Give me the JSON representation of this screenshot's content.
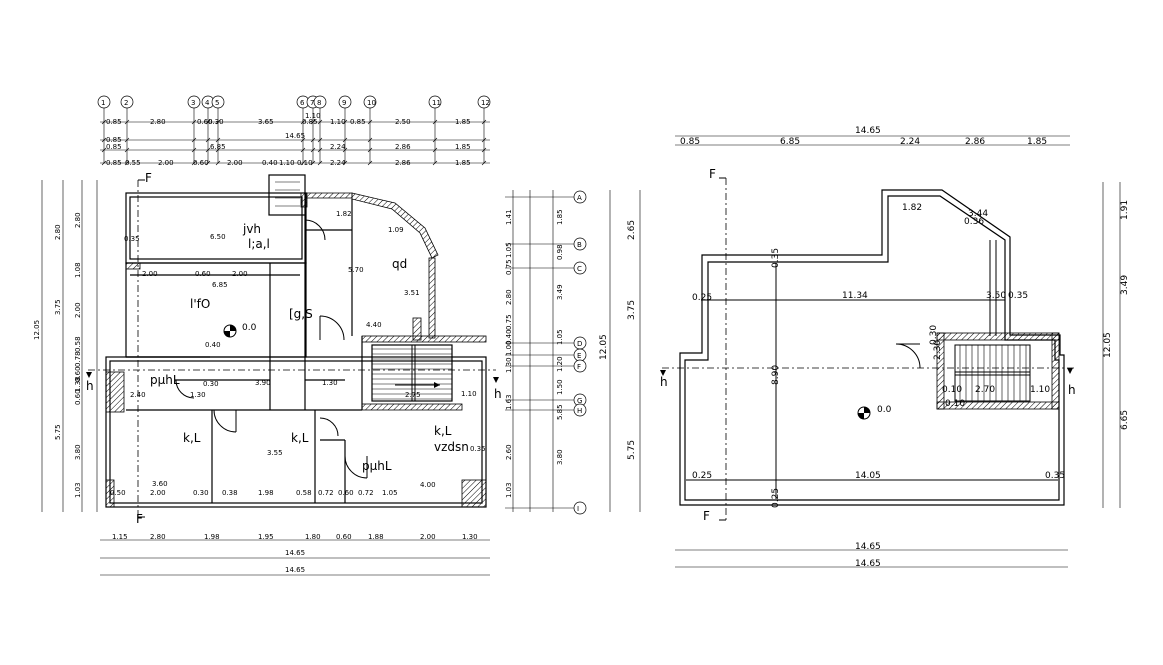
{
  "plan_left": {
    "grid_top": [
      "1",
      "2",
      "3",
      "4",
      "5",
      "6",
      "7",
      "8",
      "9",
      "10",
      "11",
      "12"
    ],
    "grid_right": [
      "A",
      "B",
      "C",
      "D",
      "E",
      "F",
      "G",
      "H",
      "I"
    ],
    "top_dims_row1": [
      "0.85",
      "2.80",
      "0.60",
      "0.30",
      "3.65",
      "0.85",
      "1.10",
      "0.85",
      "2.50",
      "1.85"
    ],
    "top_dims_row1_extra": "1.10",
    "top_dims_row2": [
      "0.85",
      "14.65"
    ],
    "top_dims_row3": [
      "0.85",
      "6.85",
      "2.24",
      "2.86",
      "1.85"
    ],
    "top_dims_row4": [
      "0.85",
      "0.55",
      "2.00",
      "0.60",
      "2.00",
      "0.40",
      "1.10",
      "0.10",
      "2.24",
      "2.86",
      "1.85"
    ],
    "bottom_dims_row1": [
      "1.15",
      "2.80",
      "1.98",
      "1.95",
      "1.80",
      "0.60",
      "1.88",
      "2.00",
      "1.30"
    ],
    "bottom_total_1": "14.65",
    "bottom_total_2": "14.65",
    "left_dims_outer": "12.05",
    "left_dims_mid": [
      "2.80",
      "3.75",
      "5.75"
    ],
    "left_dims_inner": [
      "2.80",
      "1.08",
      "2.00",
      "0.58",
      "0.78",
      "0.60",
      "1.38",
      "0.60",
      "3.80",
      "1.03"
    ],
    "right_dims_outer": [
      "2.65",
      "3.75",
      "12.05",
      "5.75"
    ],
    "right_dims_inner": [
      "1.41",
      "1.05",
      "0.75",
      "2.80",
      "0.75",
      "0.40",
      "1.00",
      "1.30",
      "1.63",
      "2.60",
      "1.03"
    ],
    "right_dims_mid": [
      "1.85",
      "0.98",
      "3.49",
      "1.05",
      "1.20",
      "1.50",
      "5.85",
      "3.80"
    ],
    "rooms": {
      "r1": "jvh",
      "r2": "l;a,l",
      "r3": "qd",
      "r4": "l'fO",
      "r5": "[g,S",
      "r6": "pµhL",
      "r7": "k,L",
      "r8": "k,L",
      "r9": "k,L",
      "r9b": "vzdsn",
      "r10": "pµhL"
    },
    "level": "0.0",
    "section_F": "F",
    "section_h": "h",
    "inner_dims": [
      "1.82",
      "1.09",
      "0.35",
      "6.50",
      "2.00",
      "0.60",
      "2.00",
      "6.85",
      "5.70",
      "3.51",
      "4.40",
      "0.40",
      "3.90",
      "1.30",
      "2.40",
      "1.30",
      "0.30",
      "2.75",
      "1.10",
      "3.60",
      "2.00",
      "0.30",
      "0.38",
      "1.98",
      "0.58",
      "0.72",
      "0.60",
      "0.72",
      "1.05",
      "4.00",
      "0.50",
      "3.55",
      "0.35"
    ]
  },
  "plan_right": {
    "top_dims": [
      "0.85",
      "6.85",
      "2.24",
      "2.86",
      "1.85"
    ],
    "top_total": "14.65",
    "bottom_total_1": "14.65",
    "bottom_total_2": "14.65",
    "right_dims": [
      "1.91",
      "3.49",
      "12.05",
      "6.65"
    ],
    "right_dims_outer": [
      "2.65",
      "3.75",
      "12.05",
      "5.75"
    ],
    "inner_dims": [
      "1.82",
      "3.44",
      "0.36",
      "0.35",
      "0.25",
      "11.34",
      "3.50",
      "0.35",
      "8.90",
      "0.25",
      "14.05",
      "0.35",
      "0.25",
      "2.30",
      "0.10",
      "2.70",
      "1.10",
      "0.10",
      "0.30"
    ],
    "level": "0.0",
    "section_F": "F",
    "section_h": "h"
  }
}
